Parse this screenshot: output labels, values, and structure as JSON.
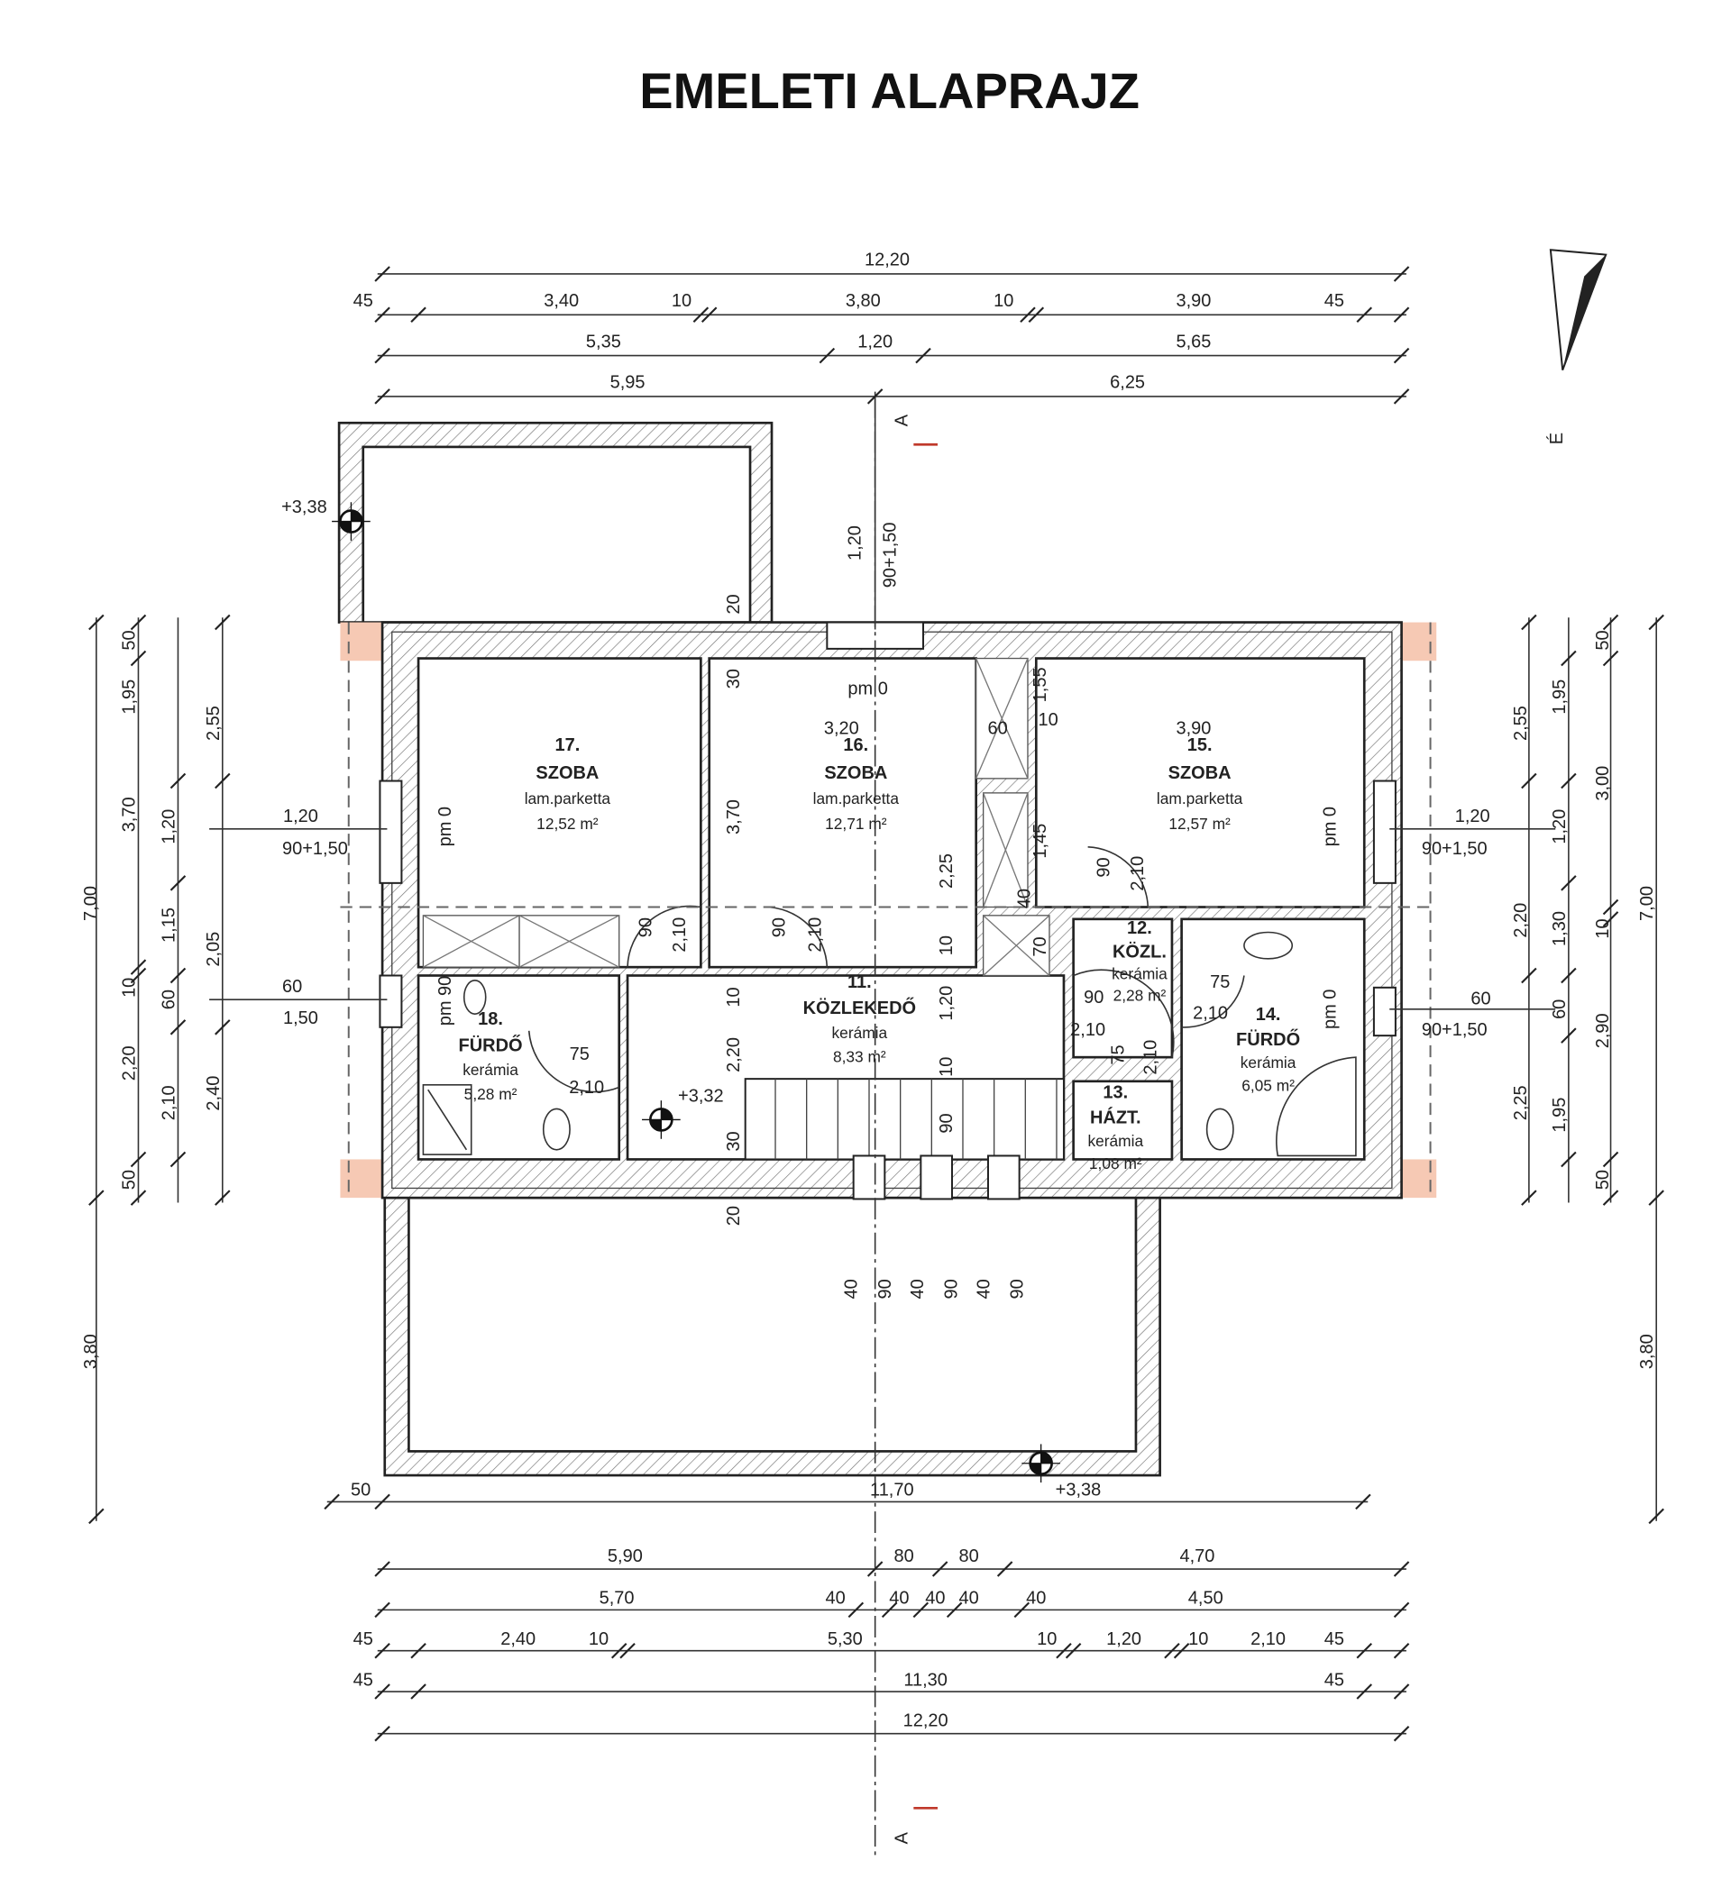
{
  "title": "EMELETI ALAPRAJZ",
  "north": {
    "label": "É"
  },
  "section": {
    "top": "A",
    "bottom": "A"
  },
  "rooms": [
    {
      "number": "17.",
      "name": "SZOBA",
      "floor": "lam.parketta",
      "area": "12,52 m²"
    },
    {
      "number": "16.",
      "name": "SZOBA",
      "floor": "lam.parketta",
      "area": "12,71 m²"
    },
    {
      "number": "15.",
      "name": "SZOBA",
      "floor": "lam.parketta",
      "area": "12,57 m²"
    },
    {
      "number": "18.",
      "name": "FÜRDŐ",
      "floor": "kerámia",
      "area": "5,28 m²"
    },
    {
      "number": "11.",
      "name": "KÖZLEKEDŐ",
      "floor": "kerámia",
      "area": "8,33 m²"
    },
    {
      "number": "12.",
      "name": "KÖZL.",
      "floor": "kerámia",
      "area": "2,28 m²"
    },
    {
      "number": "13.",
      "name": "HÁZT.",
      "floor": "kerámia",
      "area": "1,08 m²"
    },
    {
      "number": "14.",
      "name": "FÜRDŐ",
      "floor": "kerámia",
      "area": "6,05 m²"
    }
  ],
  "levels": [
    "+3,38",
    "+3,32",
    "+3,38"
  ],
  "dims": {
    "top": [
      "12,20",
      "45",
      "3,40",
      "10",
      "3,80",
      "10",
      "3,90",
      "45",
      "5,35",
      "1,20",
      "5,65",
      "5,95",
      "6,25"
    ],
    "left": [
      "50",
      "1,95",
      "3,70",
      "10",
      "2,20",
      "50",
      "1,20",
      "1,15",
      "60",
      "2,10",
      "2,55",
      "2,05",
      "2,40",
      "7,00",
      "3,80"
    ],
    "right": [
      "50",
      "3,00",
      "10",
      "2,90",
      "50",
      "1,95",
      "1,20",
      "1,30",
      "60",
      "1,95",
      "2,55",
      "2,20",
      "2,25",
      "7,00",
      "3,80"
    ],
    "bottom": [
      "50",
      "11,70",
      "5,90",
      "80",
      "80",
      "4,70",
      "5,70",
      "40",
      "40",
      "40",
      "40",
      "40",
      "4,50",
      "45",
      "2,40",
      "10",
      "5,30",
      "10",
      "1,20",
      "10",
      "2,10",
      "45",
      "45",
      "11,30",
      "45",
      "12,20"
    ],
    "windows": [
      "1,20",
      "90+1,50",
      "60",
      "1,50",
      "1,20",
      "90+1,50",
      "60",
      "90+1,50",
      "1,20",
      "90+1,50"
    ],
    "axis": [
      "20",
      "30",
      "3,70",
      "10",
      "2,20",
      "30",
      "20"
    ],
    "interior": [
      "pm 0",
      "3,20",
      "60",
      "1,55",
      "10",
      "3,90",
      "1,45",
      "40",
      "70",
      "2,25",
      "10",
      "1,20",
      "10",
      "90",
      "90",
      "2,10",
      "90",
      "2,10",
      "90",
      "2,10",
      "75",
      "2,10",
      "90",
      "2,10",
      "75",
      "2,10",
      "75",
      "2,10",
      "pm 0",
      "pm 90",
      "pm 0",
      "pm 0"
    ],
    "terrace": [
      "40",
      "90",
      "40",
      "90",
      "40",
      "90"
    ]
  }
}
